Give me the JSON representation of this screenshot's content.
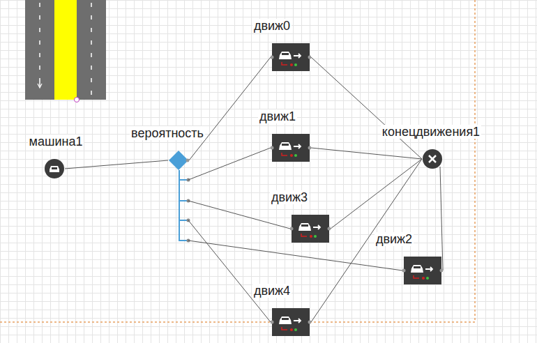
{
  "diagram": {
    "nodes": [
      {
        "text": [
          "машина1"
        ]
      },
      {
        "text": [
          "вероятность"
        ]
      },
      {
        "text": [
          "движ0"
        ]
      },
      {
        "text": [
          "движ1"
        ]
      },
      {
        "text": [
          "движ3"
        ]
      },
      {
        "text": [
          "движ2"
        ]
      },
      {
        "text": [
          "движ4"
        ]
      },
      {
        "text": [
          "конецдвижения1"
        ]
      }
    ],
    "edges": [
      {
        "from": 0,
        "to": 1,
        "arrow": "none"
      },
      {
        "from": 1,
        "to": 2,
        "arrow": "none"
      },
      {
        "from": 1,
        "to": 3,
        "arrow": "none"
      },
      {
        "from": 1,
        "to": 4,
        "arrow": "none"
      },
      {
        "from": 1,
        "to": 6,
        "arrow": "none"
      },
      {
        "from": 1,
        "to": 5,
        "arrow": "none"
      },
      {
        "from": 2,
        "to": 7,
        "arrow": "none"
      },
      {
        "from": 3,
        "to": 7,
        "arrow": "none"
      },
      {
        "from": 4,
        "to": 7,
        "arrow": "none"
      },
      {
        "from": 5,
        "to": 7,
        "arrow": "none"
      },
      {
        "from": 6,
        "to": 7,
        "arrow": "none"
      }
    ]
  }
}
